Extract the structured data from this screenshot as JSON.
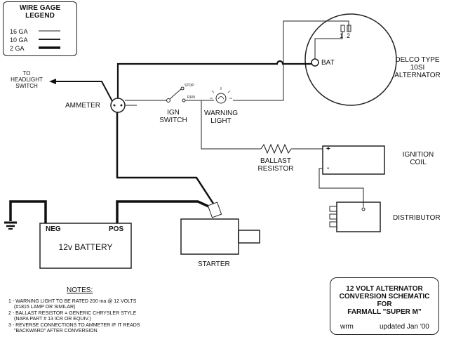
{
  "legend": {
    "title_line1": "WIRE GAGE",
    "title_line2": "LEGEND",
    "rows": [
      {
        "label": "16 GA"
      },
      {
        "label": "10 GA"
      },
      {
        "label": "2 GA"
      }
    ]
  },
  "alternator": {
    "terminal_1": "1",
    "terminal_2": "2",
    "bat_label": "BAT",
    "name_line1": "DELCO TYPE",
    "name_line2": "10SI",
    "name_line3": "ALTERNATOR"
  },
  "headlight": {
    "line1": "TO",
    "line2": "HEADLIGHT",
    "line3": "SWITCH"
  },
  "ammeter": {
    "label": "AMMETER"
  },
  "ign_switch": {
    "label_line1": "IGN",
    "label_line2": "SWITCH",
    "stop_label": "STOP",
    "run_label": "RUN"
  },
  "warning_light": {
    "label_line1": "WARNING",
    "label_line2": "LIGHT"
  },
  "ballast": {
    "label_line1": "BALLAST",
    "label_line2": "RESISTOR"
  },
  "coil": {
    "plus": "+",
    "minus": "-",
    "label_line1": "IGNITION",
    "label_line2": "COIL"
  },
  "distributor": {
    "label": "DISTRIBUTOR"
  },
  "battery": {
    "neg": "NEG",
    "pos": "POS",
    "label": "12v BATTERY"
  },
  "starter": {
    "label": "STARTER"
  },
  "notes": {
    "heading": "NOTES:",
    "lines": [
      "1 - WARNING LIGHT TO BE RATED 200 ma @ 12 VOLTS",
      "(#1815 LAMP OR SIMILAR)",
      "2 - BALLAST RESISTOR = GENERIC CHRYSLER STYLE",
      "(NAPA PART # 13 ICR OR EQUIV.)",
      "3 - REVERSE CONNECTIONS TO AMMETER IF IT READS",
      "\"BACKWARD\" AFTER CONVERSION"
    ]
  },
  "title_block": {
    "line1": "12 VOLT ALTERNATOR",
    "line2": "CONVERSION SCHEMATIC",
    "line3": "FOR",
    "line4": "FARMALL \"SUPER M\"",
    "author": "wrm",
    "updated": "updated Jan '00"
  }
}
